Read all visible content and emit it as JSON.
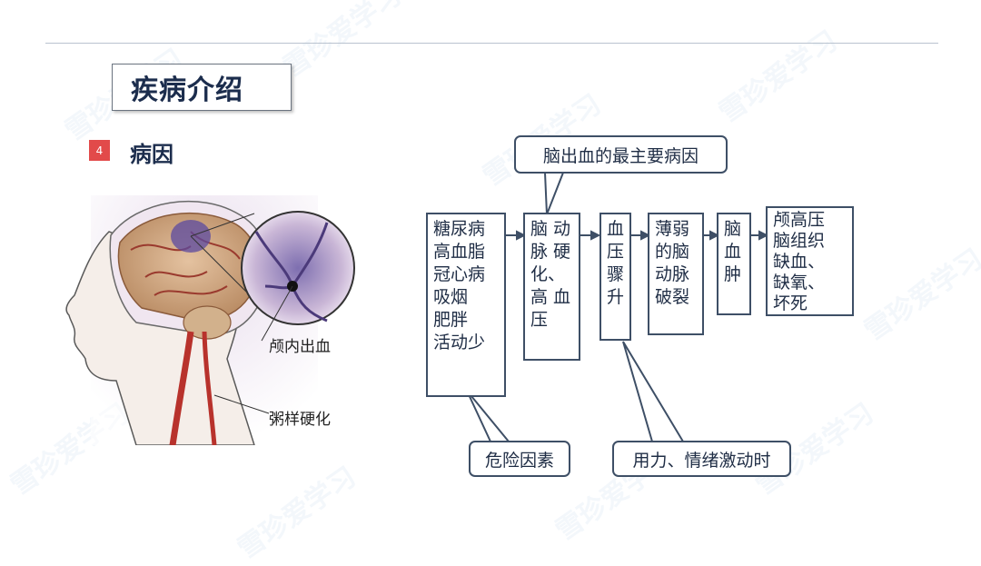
{
  "title": "疾病介绍",
  "section": {
    "number": "4",
    "label": "病因"
  },
  "illustration": {
    "label_hemorrhage": "颅内出血",
    "label_atherosclerosis": "粥样硬化"
  },
  "flow": {
    "boxes": [
      {
        "lines": [
          "糖尿病",
          "高血脂",
          "冠心病",
          "吸烟",
          "肥胖",
          "活动少"
        ]
      },
      {
        "lines": [
          "脑 动",
          "脉 硬",
          "化、",
          "高 血",
          "压"
        ]
      },
      {
        "lines": [
          "血",
          "压",
          "骤",
          "升"
        ]
      },
      {
        "lines": [
          "薄弱",
          "的脑",
          "动脉",
          "破裂"
        ]
      },
      {
        "lines": [
          "脑",
          "血",
          "肿"
        ]
      },
      {
        "lines": [
          "颅高压",
          "脑组织",
          "缺血、",
          "缺氧、",
          "坏死"
        ]
      }
    ],
    "callouts": {
      "main_cause": "脑出血的最主要病因",
      "risk_factors": "危险因素",
      "trigger": "用力、情绪激动时"
    }
  },
  "watermark": "雪珍爱学习",
  "colors": {
    "border": "#3e4f66",
    "title": "#1c2d4d",
    "badge": "#e24a4a",
    "artery": "#b8322c",
    "brain": "#c79a74"
  }
}
